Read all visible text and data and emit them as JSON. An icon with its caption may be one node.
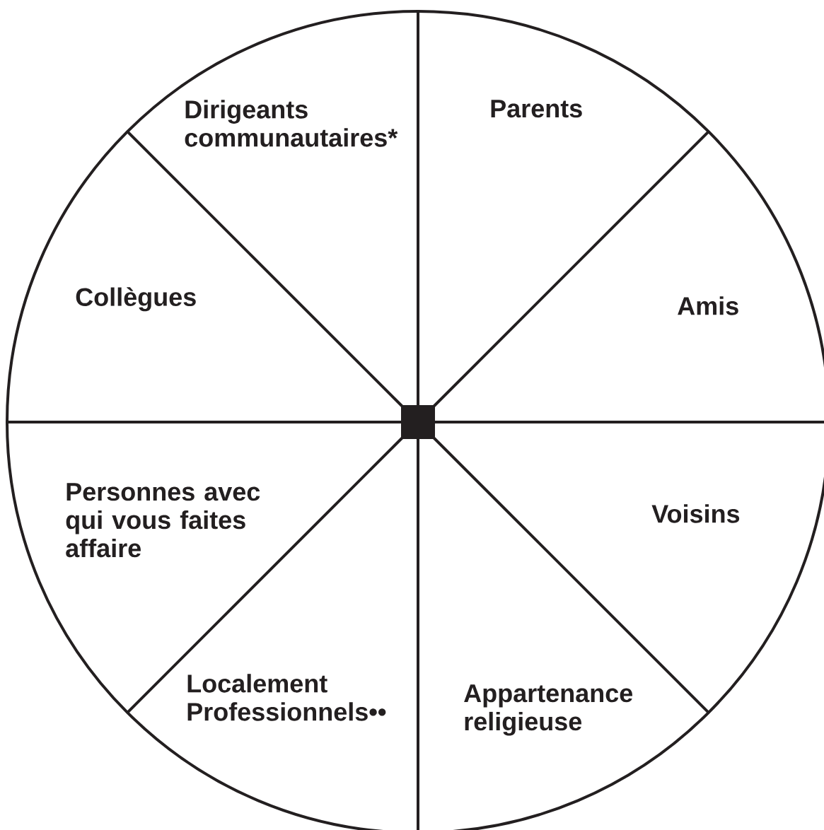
{
  "diagram": {
    "nodes": [
      {
        "text": [],
        "shape": "circle"
      },
      {
        "text": [
          "Dirigeants communautaires*"
        ],
        "in": 0
      },
      {
        "text": [
          "Parents"
        ],
        "in": 0
      },
      {
        "text": [
          "Collègues"
        ],
        "in": 0
      },
      {
        "text": [
          "Amis"
        ],
        "in": 0
      },
      {
        "text": [
          "Personnes avec qui vous faites affaire"
        ],
        "in": 0
      },
      {
        "text": [
          "Voisins"
        ],
        "in": 0
      },
      {
        "text": [
          "Localement Professionnels••"
        ],
        "in": 0
      },
      {
        "text": [
          "Appartenance religieuse"
        ],
        "in": 0
      },
      {
        "text": [],
        "shape": "box",
        "in": 0
      }
    ]
  }
}
